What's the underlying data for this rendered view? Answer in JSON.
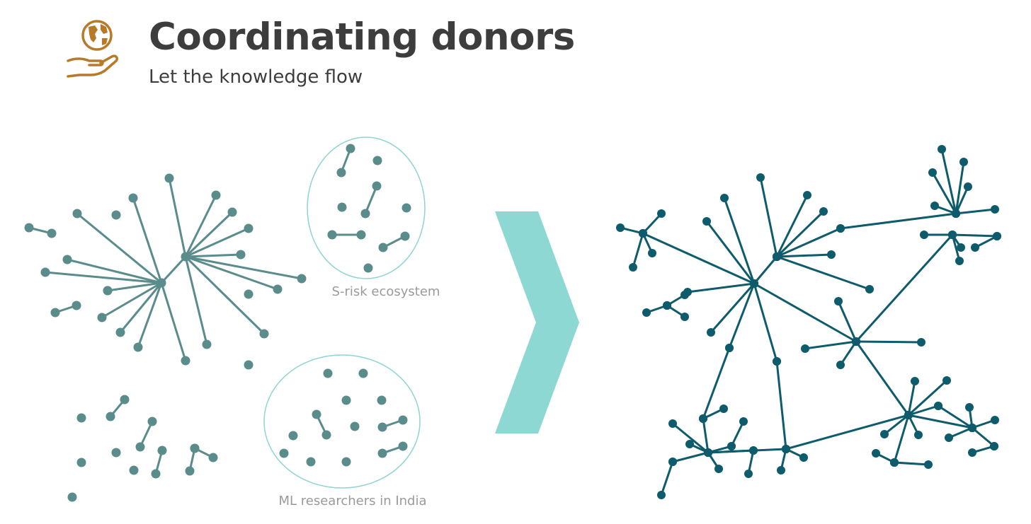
{
  "header": {
    "title": "Coordinating donors",
    "subtitle": "Let the knowledge flow",
    "icon": "hand-holding-globe-icon"
  },
  "labels": {
    "srisk": "S-risk ecosystem",
    "ml_india": "ML researchers in India"
  },
  "colors": {
    "title": "#3d3d3d",
    "subtitle": "#3d3d3d",
    "icon": "#b87a28",
    "left_network": "#5a8c8c",
    "cluster_outline": "#8ed4d0",
    "arrow": "#8ed8d4",
    "right_network": "#0e5b6c",
    "label": "#9a9a9a"
  }
}
